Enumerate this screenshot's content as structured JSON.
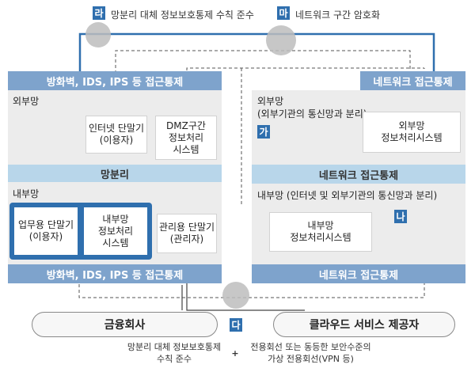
{
  "legend": {
    "ra": {
      "badge": "라",
      "text": "망분리 대체 정보보호통제 수칙 준수"
    },
    "ma": {
      "badge": "마",
      "text": "네트워크 구간 암호화"
    }
  },
  "left": {
    "top_bar": "방화벽, IDS, IPS 등 접근통제",
    "external_label": "외부망",
    "internet_terminal": "인터넷 단말기\n(이용자)",
    "dmz_system": "DMZ구간\n정보처리\n시스템",
    "separator": "망분리",
    "internal_label": "내부망",
    "business_terminal": "업무용 단말기\n(이용자)",
    "internal_system": "내부망\n정보처리\n시스템",
    "admin_terminal": "관리용 단말기\n(관리자)",
    "bottom_bar": "방화벽, IDS, IPS 등 접근통제"
  },
  "right": {
    "top_bar": "네트워크 접근통제",
    "external_label": "외부망\n(외부기관의 통신망과 분리)",
    "badge_ga": "가",
    "external_system": "외부망\n정보처리시스템",
    "middle_bar": "네트워크 접근통제",
    "internal_label": "내부망 (인터넷 및 외부기관의 통신망과 분리)",
    "badge_na": "나",
    "internal_system": "내부망\n정보처리시스템",
    "bottom_bar": "네트워크 접근통제"
  },
  "footer": {
    "left_label": "금융회사",
    "badge_da": "다",
    "right_label": "클라우드 서비스 제공자",
    "note_left": "망분리 대체 정보보호통제\n수칙 준수",
    "plus": "+",
    "note_right": "전용회선 또는 동등한 보안수준의\n가상 전용회선(VPN 등)"
  },
  "colors": {
    "accent": "#2f6fae",
    "bar": "#7ea3cc",
    "separator": "#b8d6ea",
    "panel": "#ececec"
  }
}
